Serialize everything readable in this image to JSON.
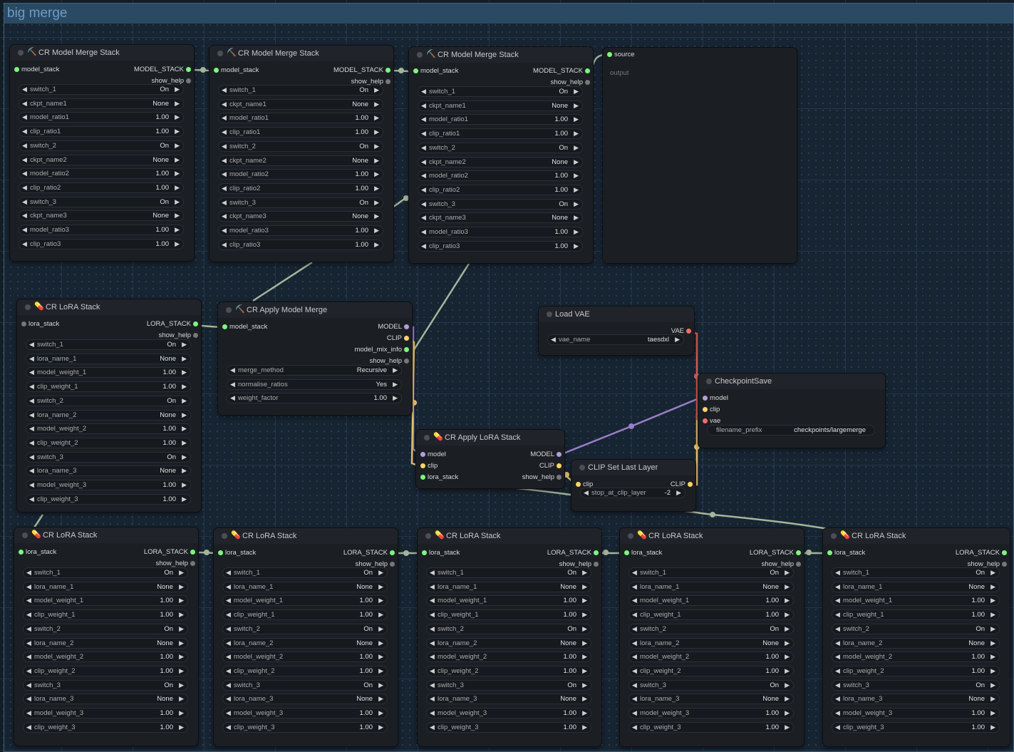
{
  "group": {
    "title": "big merge"
  },
  "colors": {
    "model": "#b39ddb",
    "clip": "#ffd36b",
    "vae": "#ff6b6b",
    "stack": "#7cf77c",
    "help": "#777777",
    "wire_stack": "#a6b59a",
    "wire_model": "#9a7ec8",
    "wire_clip": "#e6c46a",
    "wire_vae": "#d45a5a"
  },
  "nodes": [
    {
      "id": "merge1",
      "title": "CR Model Merge Stack",
      "icon": "pick-icon",
      "inputs": [
        {
          "label": "model_stack",
          "type": "stack"
        }
      ],
      "outputs": [
        {
          "label": "MODEL_STACK",
          "type": "stack"
        },
        {
          "label": "show_help",
          "type": "help"
        }
      ],
      "widgets": [
        {
          "label": "switch_1",
          "value": "On"
        },
        {
          "label": "ckpt_name1",
          "value": "None"
        },
        {
          "label": "model_ratio1",
          "value": "1.00"
        },
        {
          "label": "clip_ratio1",
          "value": "1.00"
        },
        {
          "label": "switch_2",
          "value": "On"
        },
        {
          "label": "ckpt_name2",
          "value": "None"
        },
        {
          "label": "model_ratio2",
          "value": "1.00"
        },
        {
          "label": "clip_ratio2",
          "value": "1.00"
        },
        {
          "label": "switch_3",
          "value": "On"
        },
        {
          "label": "ckpt_name3",
          "value": "None"
        },
        {
          "label": "model_ratio3",
          "value": "1.00"
        },
        {
          "label": "clip_ratio3",
          "value": "1.00"
        }
      ]
    },
    {
      "id": "merge2",
      "title": "CR Model Merge Stack",
      "icon": "pick-icon",
      "inputs": [
        {
          "label": "model_stack",
          "type": "stack"
        }
      ],
      "outputs": [
        {
          "label": "MODEL_STACK",
          "type": "stack"
        },
        {
          "label": "show_help",
          "type": "help"
        }
      ],
      "widgets": [
        {
          "label": "switch_1",
          "value": "On"
        },
        {
          "label": "ckpt_name1",
          "value": "None"
        },
        {
          "label": "model_ratio1",
          "value": "1.00"
        },
        {
          "label": "clip_ratio1",
          "value": "1.00"
        },
        {
          "label": "switch_2",
          "value": "On"
        },
        {
          "label": "ckpt_name2",
          "value": "None"
        },
        {
          "label": "model_ratio2",
          "value": "1.00"
        },
        {
          "label": "clip_ratio2",
          "value": "1.00"
        },
        {
          "label": "switch_3",
          "value": "On"
        },
        {
          "label": "ckpt_name3",
          "value": "None"
        },
        {
          "label": "model_ratio3",
          "value": "1.00"
        },
        {
          "label": "clip_ratio3",
          "value": "1.00"
        }
      ]
    },
    {
      "id": "merge3",
      "title": "CR Model Merge Stack",
      "icon": "pick-icon",
      "inputs": [
        {
          "label": "model_stack",
          "type": "stack"
        }
      ],
      "outputs": [
        {
          "label": "MODEL_STACK",
          "type": "stack"
        },
        {
          "label": "show_help",
          "type": "help"
        }
      ],
      "widgets": [
        {
          "label": "switch_1",
          "value": "On"
        },
        {
          "label": "ckpt_name1",
          "value": "None"
        },
        {
          "label": "model_ratio1",
          "value": "1.00"
        },
        {
          "label": "clip_ratio1",
          "value": "1.00"
        },
        {
          "label": "switch_2",
          "value": "On"
        },
        {
          "label": "ckpt_name2",
          "value": "None"
        },
        {
          "label": "model_ratio2",
          "value": "1.00"
        },
        {
          "label": "clip_ratio2",
          "value": "1.00"
        },
        {
          "label": "switch_3",
          "value": "On"
        },
        {
          "label": "ckpt_name3",
          "value": "None"
        },
        {
          "label": "model_ratio3",
          "value": "1.00"
        },
        {
          "label": "clip_ratio3",
          "value": "1.00"
        }
      ]
    },
    {
      "id": "source",
      "title": "",
      "icon": "",
      "inputs": [
        {
          "label": "source",
          "type": "stack"
        }
      ],
      "outputs": [],
      "widgets": [],
      "text": "output"
    },
    {
      "id": "lora_top",
      "title": "CR LoRA Stack",
      "icon": "pill-icon",
      "inputs": [
        {
          "label": "lora_stack",
          "type": "help"
        }
      ],
      "outputs": [
        {
          "label": "LORA_STACK",
          "type": "stack"
        },
        {
          "label": "show_help",
          "type": "help"
        }
      ],
      "widgets": [
        {
          "label": "switch_1",
          "value": "On"
        },
        {
          "label": "lora_name_1",
          "value": "None"
        },
        {
          "label": "model_weight_1",
          "value": "1.00"
        },
        {
          "label": "clip_weight_1",
          "value": "1.00"
        },
        {
          "label": "switch_2",
          "value": "On"
        },
        {
          "label": "lora_name_2",
          "value": "None"
        },
        {
          "label": "model_weight_2",
          "value": "1.00"
        },
        {
          "label": "clip_weight_2",
          "value": "1.00"
        },
        {
          "label": "switch_3",
          "value": "On"
        },
        {
          "label": "lora_name_3",
          "value": "None"
        },
        {
          "label": "model_weight_3",
          "value": "1.00"
        },
        {
          "label": "clip_weight_3",
          "value": "1.00"
        }
      ]
    },
    {
      "id": "apply_merge",
      "title": "CR Apply Model Merge",
      "icon": "pick-icon",
      "inputs": [
        {
          "label": "model_stack",
          "type": "stack"
        }
      ],
      "outputs": [
        {
          "label": "MODEL",
          "type": "model"
        },
        {
          "label": "CLIP",
          "type": "clip"
        },
        {
          "label": "model_mix_info",
          "type": "stack"
        },
        {
          "label": "show_help",
          "type": "help"
        }
      ],
      "widgets": [
        {
          "label": "merge_method",
          "value": "Recursive"
        },
        {
          "label": "normalise_ratios",
          "value": "Yes"
        },
        {
          "label": "weight_factor",
          "value": "1.00"
        }
      ]
    },
    {
      "id": "load_vae",
      "title": "Load VAE",
      "icon": "",
      "inputs": [],
      "outputs": [
        {
          "label": "VAE",
          "type": "vae"
        }
      ],
      "widgets": [
        {
          "label": "vae_name",
          "value": "taesdxl"
        }
      ]
    },
    {
      "id": "ckpt_save",
      "title": "CheckpointSave",
      "icon": "",
      "inputs": [
        {
          "label": "model",
          "type": "model"
        },
        {
          "label": "clip",
          "type": "clip"
        },
        {
          "label": "vae",
          "type": "vae"
        }
      ],
      "outputs": [],
      "widgets": [
        {
          "label": "filename_prefix",
          "value": "checkpoints/largemerge",
          "text": true
        }
      ]
    },
    {
      "id": "apply_lora",
      "title": "CR Apply LoRA Stack",
      "icon": "pill-icon",
      "inputs": [
        {
          "label": "model",
          "type": "model"
        },
        {
          "label": "clip",
          "type": "clip"
        },
        {
          "label": "lora_stack",
          "type": "stack"
        }
      ],
      "outputs": [
        {
          "label": "MODEL",
          "type": "model"
        },
        {
          "label": "CLIP",
          "type": "clip"
        },
        {
          "label": "show_help",
          "type": "help"
        }
      ],
      "widgets": []
    },
    {
      "id": "clip_last",
      "title": "CLIP Set Last Layer",
      "icon": "",
      "inputs": [
        {
          "label": "clip",
          "type": "clip"
        }
      ],
      "outputs": [
        {
          "label": "CLIP",
          "type": "clip"
        }
      ],
      "widgets": [
        {
          "label": "stop_at_clip_layer",
          "value": "-2"
        }
      ]
    },
    {
      "id": "lora1",
      "title": "CR LoRA Stack",
      "icon": "pill-icon",
      "inputs": [
        {
          "label": "lora_stack",
          "type": "stack"
        }
      ],
      "outputs": [
        {
          "label": "LORA_STACK",
          "type": "stack"
        },
        {
          "label": "show_help",
          "type": "help"
        }
      ],
      "widgets": [
        {
          "label": "switch_1",
          "value": "On"
        },
        {
          "label": "lora_name_1",
          "value": "None"
        },
        {
          "label": "model_weight_1",
          "value": "1.00"
        },
        {
          "label": "clip_weight_1",
          "value": "1.00"
        },
        {
          "label": "switch_2",
          "value": "On"
        },
        {
          "label": "lora_name_2",
          "value": "None"
        },
        {
          "label": "model_weight_2",
          "value": "1.00"
        },
        {
          "label": "clip_weight_2",
          "value": "1.00"
        },
        {
          "label": "switch_3",
          "value": "On"
        },
        {
          "label": "lora_name_3",
          "value": "None"
        },
        {
          "label": "model_weight_3",
          "value": "1.00"
        },
        {
          "label": "clip_weight_3",
          "value": "1.00"
        }
      ]
    },
    {
      "id": "lora2",
      "title": "CR LoRA Stack",
      "icon": "pill-icon",
      "inputs": [
        {
          "label": "lora_stack",
          "type": "stack"
        }
      ],
      "outputs": [
        {
          "label": "LORA_STACK",
          "type": "stack"
        },
        {
          "label": "show_help",
          "type": "help"
        }
      ],
      "widgets": [
        {
          "label": "switch_1",
          "value": "On"
        },
        {
          "label": "lora_name_1",
          "value": "None"
        },
        {
          "label": "model_weight_1",
          "value": "1.00"
        },
        {
          "label": "clip_weight_1",
          "value": "1.00"
        },
        {
          "label": "switch_2",
          "value": "On"
        },
        {
          "label": "lora_name_2",
          "value": "None"
        },
        {
          "label": "model_weight_2",
          "value": "1.00"
        },
        {
          "label": "clip_weight_2",
          "value": "1.00"
        },
        {
          "label": "switch_3",
          "value": "On"
        },
        {
          "label": "lora_name_3",
          "value": "None"
        },
        {
          "label": "model_weight_3",
          "value": "1.00"
        },
        {
          "label": "clip_weight_3",
          "value": "1.00"
        }
      ]
    },
    {
      "id": "lora3",
      "title": "CR LoRA Stack",
      "icon": "pill-icon",
      "inputs": [
        {
          "label": "lora_stack",
          "type": "stack"
        }
      ],
      "outputs": [
        {
          "label": "LORA_STACK",
          "type": "stack"
        },
        {
          "label": "show_help",
          "type": "help"
        }
      ],
      "widgets": [
        {
          "label": "switch_1",
          "value": "On"
        },
        {
          "label": "lora_name_1",
          "value": "None"
        },
        {
          "label": "model_weight_1",
          "value": "1.00"
        },
        {
          "label": "clip_weight_1",
          "value": "1.00"
        },
        {
          "label": "switch_2",
          "value": "On"
        },
        {
          "label": "lora_name_2",
          "value": "None"
        },
        {
          "label": "model_weight_2",
          "value": "1.00"
        },
        {
          "label": "clip_weight_2",
          "value": "1.00"
        },
        {
          "label": "switch_3",
          "value": "On"
        },
        {
          "label": "lora_name_3",
          "value": "None"
        },
        {
          "label": "model_weight_3",
          "value": "1.00"
        },
        {
          "label": "clip_weight_3",
          "value": "1.00"
        }
      ]
    },
    {
      "id": "lora4",
      "title": "CR LoRA Stack",
      "icon": "pill-icon",
      "inputs": [
        {
          "label": "lora_stack",
          "type": "stack"
        }
      ],
      "outputs": [
        {
          "label": "LORA_STACK",
          "type": "stack"
        },
        {
          "label": "show_help",
          "type": "help"
        }
      ],
      "widgets": [
        {
          "label": "switch_1",
          "value": "On"
        },
        {
          "label": "lora_name_1",
          "value": "None"
        },
        {
          "label": "model_weight_1",
          "value": "1.00"
        },
        {
          "label": "clip_weight_1",
          "value": "1.00"
        },
        {
          "label": "switch_2",
          "value": "On"
        },
        {
          "label": "lora_name_2",
          "value": "None"
        },
        {
          "label": "model_weight_2",
          "value": "1.00"
        },
        {
          "label": "clip_weight_2",
          "value": "1.00"
        },
        {
          "label": "switch_3",
          "value": "On"
        },
        {
          "label": "lora_name_3",
          "value": "None"
        },
        {
          "label": "model_weight_3",
          "value": "1.00"
        },
        {
          "label": "clip_weight_3",
          "value": "1.00"
        }
      ]
    },
    {
      "id": "lora5",
      "title": "CR LoRA Stack",
      "icon": "pill-icon",
      "inputs": [
        {
          "label": "lora_stack",
          "type": "stack"
        }
      ],
      "outputs": [
        {
          "label": "LORA_STACK",
          "type": "stack"
        },
        {
          "label": "show_help",
          "type": "help"
        }
      ],
      "widgets": [
        {
          "label": "switch_1",
          "value": "On"
        },
        {
          "label": "lora_name_1",
          "value": "None"
        },
        {
          "label": "model_weight_1",
          "value": "1.00"
        },
        {
          "label": "clip_weight_1",
          "value": "1.00"
        },
        {
          "label": "switch_2",
          "value": "On"
        },
        {
          "label": "lora_name_2",
          "value": "None"
        },
        {
          "label": "model_weight_2",
          "value": "1.00"
        },
        {
          "label": "clip_weight_2",
          "value": "1.00"
        },
        {
          "label": "switch_3",
          "value": "On"
        },
        {
          "label": "lora_name_3",
          "value": "None"
        },
        {
          "label": "model_weight_3",
          "value": "1.00"
        },
        {
          "label": "clip_weight_3",
          "value": "1.00"
        }
      ]
    }
  ]
}
